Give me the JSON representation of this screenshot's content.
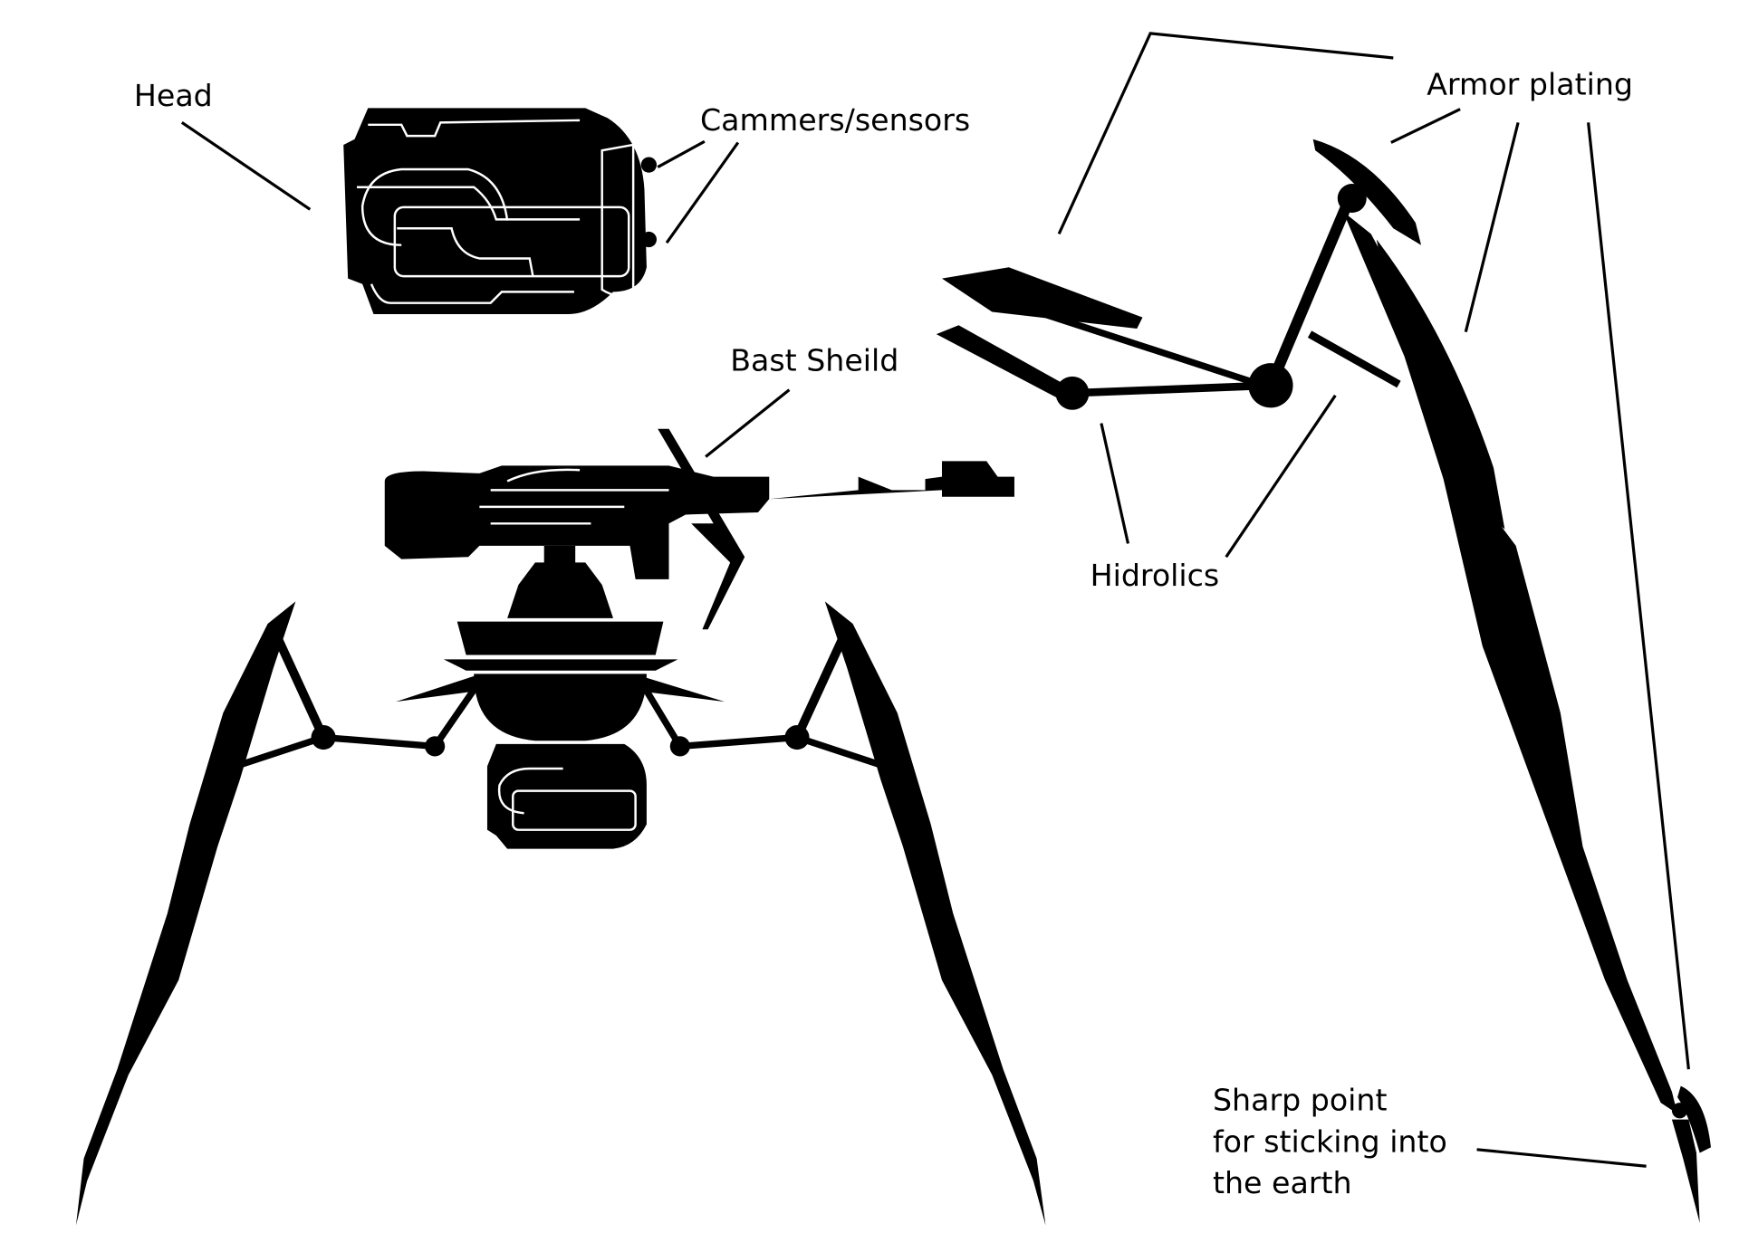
{
  "labels": {
    "head": "Head",
    "sensors": "Cammers/sensors",
    "blast_shield": "Bast Sheild",
    "armor": "Armor plating",
    "hydraulics": "Hidrolics",
    "sharp_point_line1": "Sharp point",
    "sharp_point_line2": "for sticking into",
    "sharp_point_line3": "the earth"
  },
  "colors": {
    "ink": "#000000",
    "background": "#ffffff"
  }
}
